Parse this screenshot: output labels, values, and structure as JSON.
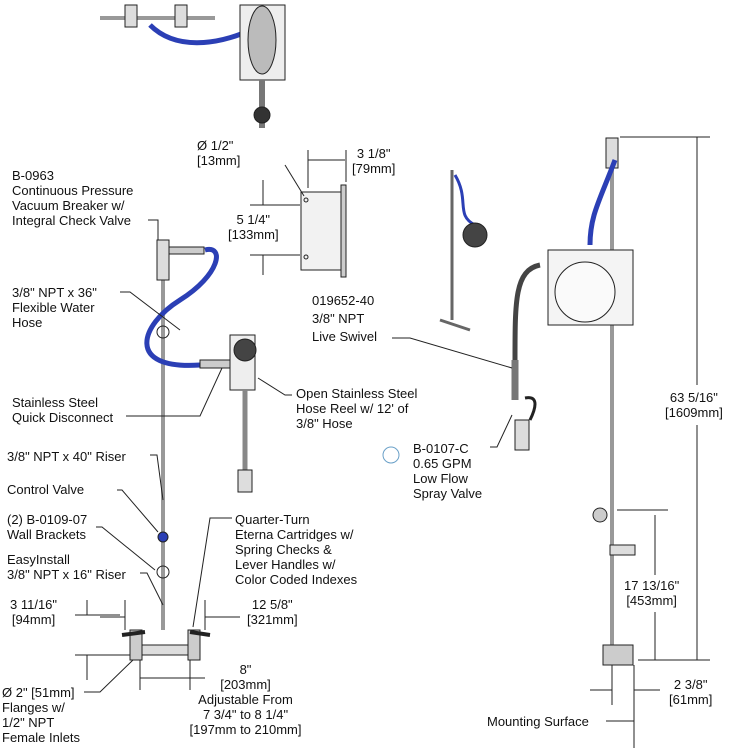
{
  "colors": {
    "hose": "#2b3fb5",
    "line": "#222222",
    "metal": "#cfcfcf"
  },
  "labels": {
    "dia_half": [
      "Ø 1/2\"",
      "[13mm]"
    ],
    "w_3_1_8": [
      "3 1/8\"",
      "[79mm]"
    ],
    "h_5_1_4": [
      "5 1/4\"",
      "[133mm]"
    ],
    "vacuum_breaker": [
      "B-0963",
      "Continuous Pressure",
      "Vacuum Breaker w/",
      "Integral Check Valve"
    ],
    "flex_hose": [
      "3/8\" NPT x 36\"",
      "Flexible Water",
      "Hose"
    ],
    "live_swivel": [
      "019652-40",
      "3/8\" NPT",
      "Live Swivel"
    ],
    "quick_disconnect": [
      "Stainless Steel",
      "Quick Disconnect"
    ],
    "hose_reel": [
      "Open Stainless Steel",
      "Hose Reel w/ 12' of",
      "3/8\" Hose"
    ],
    "spray_valve": [
      "B-0107-C",
      "0.65 GPM",
      "Low Flow",
      "Spray Valve"
    ],
    "riser_40": [
      "3/8\" NPT x 40\" Riser"
    ],
    "control_valve": [
      "Control Valve"
    ],
    "wall_brackets": [
      "(2) B-0109-07",
      "Wall Brackets"
    ],
    "easyinstall": [
      "EasyInstall",
      "3/8\" NPT x 16\" Riser"
    ],
    "cartridges": [
      "Quarter-Turn",
      "Eterna Cartridges w/",
      "Spring Checks &",
      "Lever Handles w/",
      "Color Coded Indexes"
    ],
    "d_3_11_16": [
      "3 11/16\"",
      "[94mm]"
    ],
    "d_12_5_8": [
      "12 5/8\"",
      "[321mm]"
    ],
    "d_8": [
      "8\"",
      "[203mm]",
      "Adjustable From",
      "7 3/4\" to 8 1/4\"",
      "[197mm to 210mm]"
    ],
    "flanges": [
      "Ø 2\" [51mm]",
      "Flanges w/",
      "1/2\" NPT",
      "Female Inlets"
    ],
    "d_63_5_16": [
      "63 5/16\"",
      "[1609mm]"
    ],
    "d_17_13_16": [
      "17 13/16\"",
      "[453mm]"
    ],
    "d_2_3_8": [
      "2 3/8\"",
      "[61mm]"
    ],
    "mounting_surface": [
      "Mounting Surface"
    ]
  }
}
